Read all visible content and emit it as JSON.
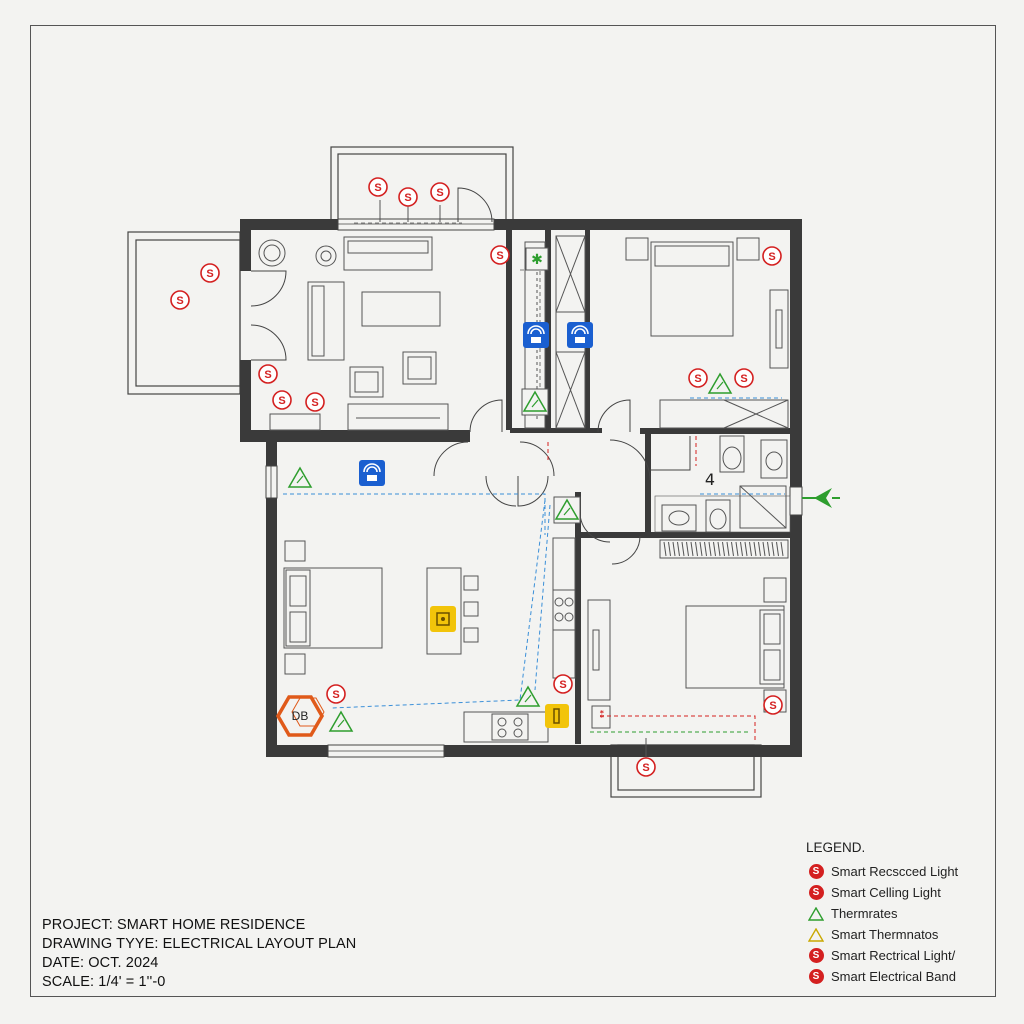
{
  "title_block": {
    "project": "PROJECT: SMART HOME RESIDENCE",
    "drawing_type": "DRAWING TYYE: ELECTRICAL LAYOUT PLAN",
    "date": "DATE: OCT. 2024",
    "scale": "SCALE:  1/4' = 1''-0"
  },
  "legend": {
    "title": "LEGEND.",
    "items": [
      {
        "label": "Smart Recscced Light",
        "icon": "recessed-light-icon"
      },
      {
        "label": "Smart Celling Light",
        "icon": "ceiling-light-icon"
      },
      {
        "label": "Thermrates",
        "icon": "thermostat-icon"
      },
      {
        "label": "Smart Thermnatos",
        "icon": "smart-thermostat-icon"
      },
      {
        "label": "Smart Rectrical Light/",
        "icon": "electrical-light-icon"
      },
      {
        "label": "Smart Electrical Band",
        "icon": "electrical-band-icon"
      }
    ]
  },
  "panel": {
    "label": "DB"
  },
  "symbols": {
    "switch_letter": "S",
    "bath_mark": "4"
  },
  "colors": {
    "wall": "#3a3a3a",
    "light_symbol": "#d42020",
    "thermostat": "#2e9e2e",
    "wifi": "#1a5fd0",
    "smart_yellow": "#f2c40a",
    "panel_orange": "#e05a1a",
    "circuit_blue": "#3a8fd8",
    "circuit_red": "#d42020",
    "circuit_green": "#2e9e2e"
  }
}
